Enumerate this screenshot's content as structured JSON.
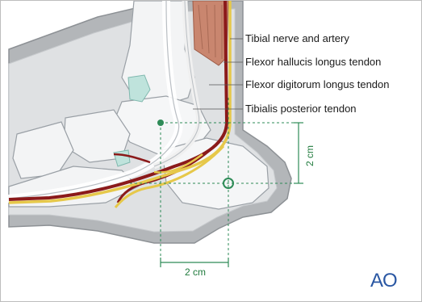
{
  "labels": {
    "tibial_nerve_artery": "Tibial nerve and artery",
    "fhl": "Flexor hallucis longus tendon",
    "fdl": "Flexor digitorum longus tendon",
    "tibialis_posterior": "Tibialis posterior tendon"
  },
  "dimensions": {
    "vertical": "2 cm",
    "horizontal": "2 cm"
  },
  "logo": {
    "text": "AO"
  },
  "colors": {
    "skin_dark": "#a9acaf",
    "skin_light": "#d9dbdd",
    "bone": "#f2f3f4",
    "bone_outline": "#9aa0a6",
    "nerve": "#e6c84a",
    "artery": "#8b1a1a",
    "muscle": "#c9866f",
    "guide": "#2e8b57",
    "logo": "#2a57a3"
  }
}
